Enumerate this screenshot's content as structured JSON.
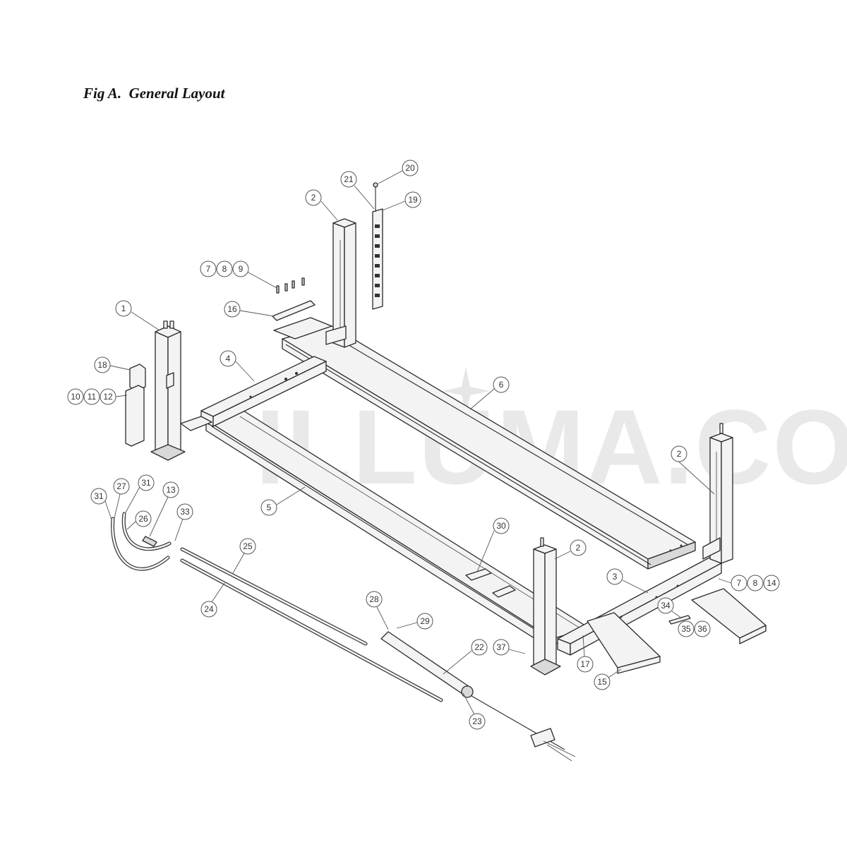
{
  "figure": {
    "title": "Fig A.  General Layout"
  },
  "watermark": {
    "text": "ILLUMA.COM"
  },
  "callouts": [
    {
      "id": "c1",
      "label": "1"
    },
    {
      "id": "c2a",
      "label": "2"
    },
    {
      "id": "c2b",
      "label": "2"
    },
    {
      "id": "c2c",
      "label": "2"
    },
    {
      "id": "c3",
      "label": "3"
    },
    {
      "id": "c4",
      "label": "4"
    },
    {
      "id": "c5",
      "label": "5"
    },
    {
      "id": "c6",
      "label": "6"
    },
    {
      "id": "c7a",
      "label": "7"
    },
    {
      "id": "c8a",
      "label": "8"
    },
    {
      "id": "c9",
      "label": "9"
    },
    {
      "id": "c7b",
      "label": "7"
    },
    {
      "id": "c8b",
      "label": "8"
    },
    {
      "id": "c14",
      "label": "14"
    },
    {
      "id": "c10",
      "label": "10"
    },
    {
      "id": "c11",
      "label": "11"
    },
    {
      "id": "c12",
      "label": "12"
    },
    {
      "id": "c13",
      "label": "13"
    },
    {
      "id": "c15",
      "label": "15"
    },
    {
      "id": "c16",
      "label": "16"
    },
    {
      "id": "c17",
      "label": "17"
    },
    {
      "id": "c18",
      "label": "18"
    },
    {
      "id": "c19",
      "label": "19"
    },
    {
      "id": "c20",
      "label": "20"
    },
    {
      "id": "c21",
      "label": "21"
    },
    {
      "id": "c22",
      "label": "22"
    },
    {
      "id": "c23",
      "label": "23"
    },
    {
      "id": "c24",
      "label": "24"
    },
    {
      "id": "c25",
      "label": "25"
    },
    {
      "id": "c26",
      "label": "26"
    },
    {
      "id": "c27",
      "label": "27"
    },
    {
      "id": "c28",
      "label": "28"
    },
    {
      "id": "c29",
      "label": "29"
    },
    {
      "id": "c30",
      "label": "30"
    },
    {
      "id": "c31a",
      "label": "31"
    },
    {
      "id": "c31b",
      "label": "31"
    },
    {
      "id": "c33",
      "label": "33"
    },
    {
      "id": "c34",
      "label": "34"
    },
    {
      "id": "c35",
      "label": "35"
    },
    {
      "id": "c36",
      "label": "36"
    },
    {
      "id": "c37",
      "label": "37"
    }
  ]
}
